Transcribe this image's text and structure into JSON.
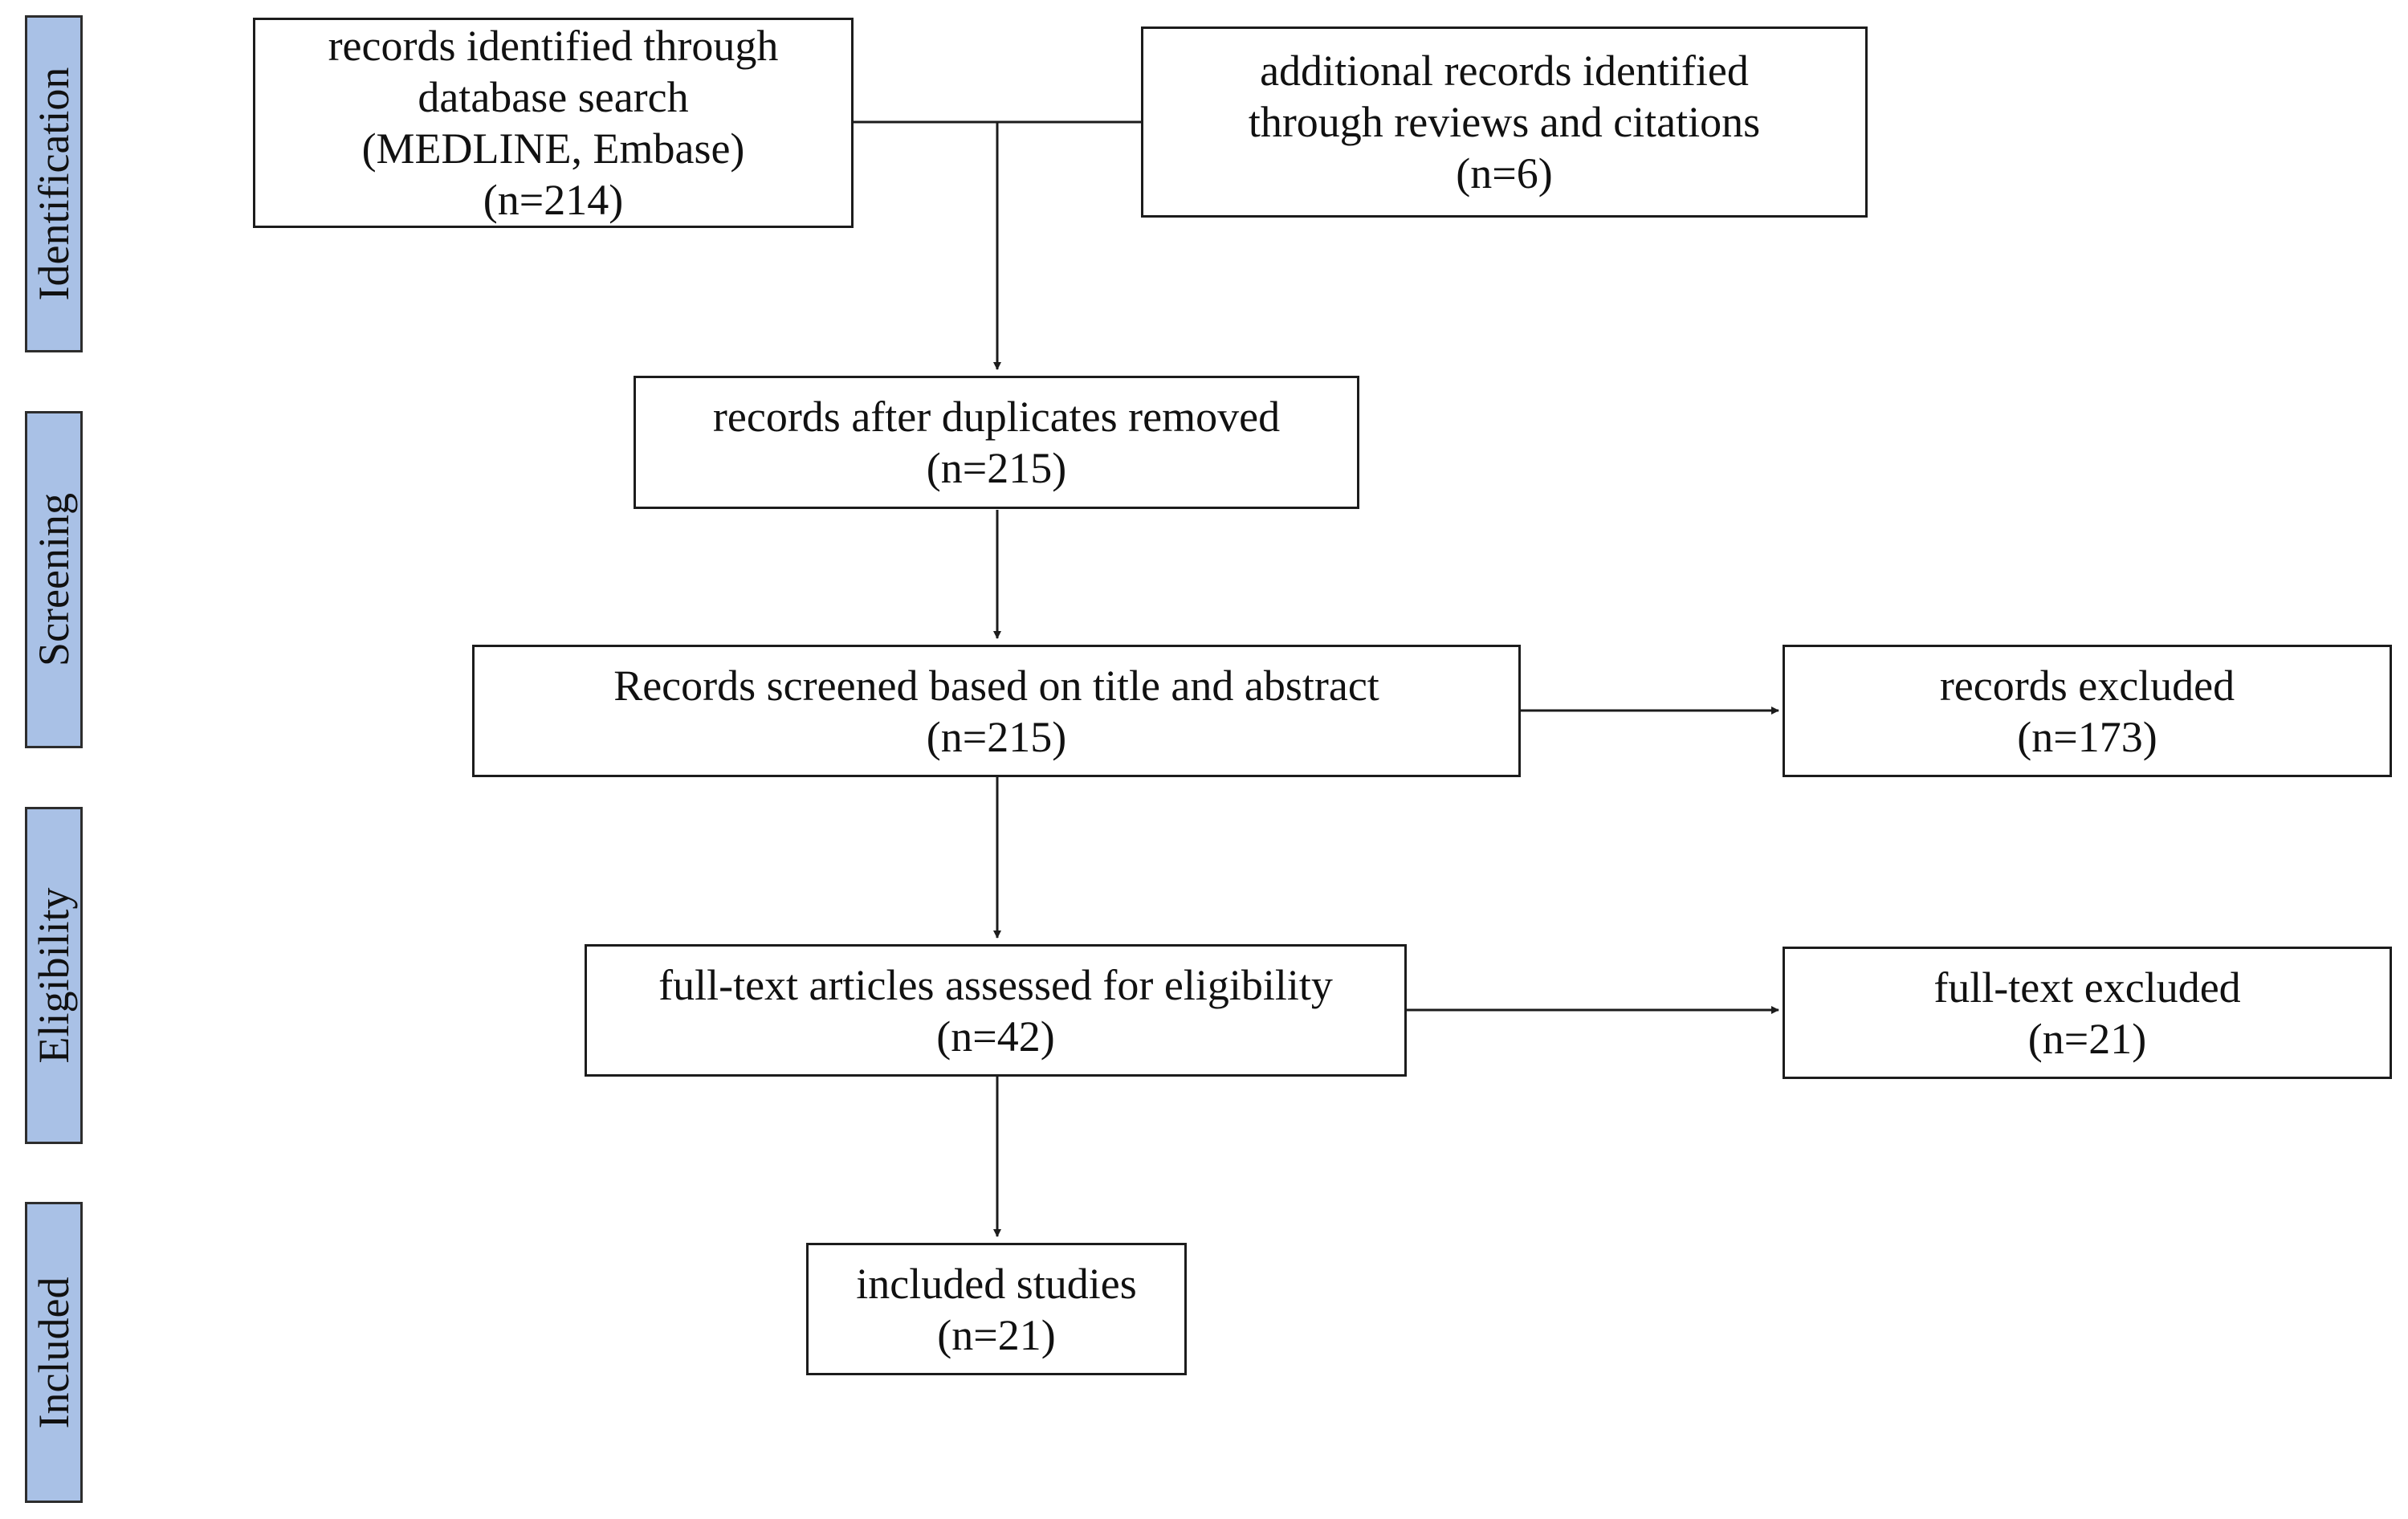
{
  "stages": {
    "identification": "Identification",
    "screening": "Screening",
    "eligibility": "Eligibility",
    "included": "Included"
  },
  "boxes": {
    "database_search": {
      "line1": "records identified through",
      "line2": "database search",
      "line3": "(MEDLINE, Embase)",
      "count": "(n=214)"
    },
    "additional_records": {
      "line1": "additional records identified",
      "line2": "through reviews and citations",
      "count": "(n=6)"
    },
    "duplicates_removed": {
      "line1": "records after duplicates removed",
      "count": "(n=215)"
    },
    "screened": {
      "line1": "Records screened based on title and abstract",
      "count": "(n=215)"
    },
    "records_excluded": {
      "line1": "records excluded",
      "count": "(n=173)"
    },
    "fulltext_assessed": {
      "line1": "full-text articles assessed for eligibility",
      "count": "(n=42)"
    },
    "fulltext_excluded": {
      "line1": "full-text excluded",
      "count": "(n=21)"
    },
    "included_studies": {
      "line1": "included studies",
      "count": "(n=21)"
    }
  },
  "colors": {
    "stage_fill": "#a9c1e6",
    "stroke": "#1c1c1c"
  }
}
